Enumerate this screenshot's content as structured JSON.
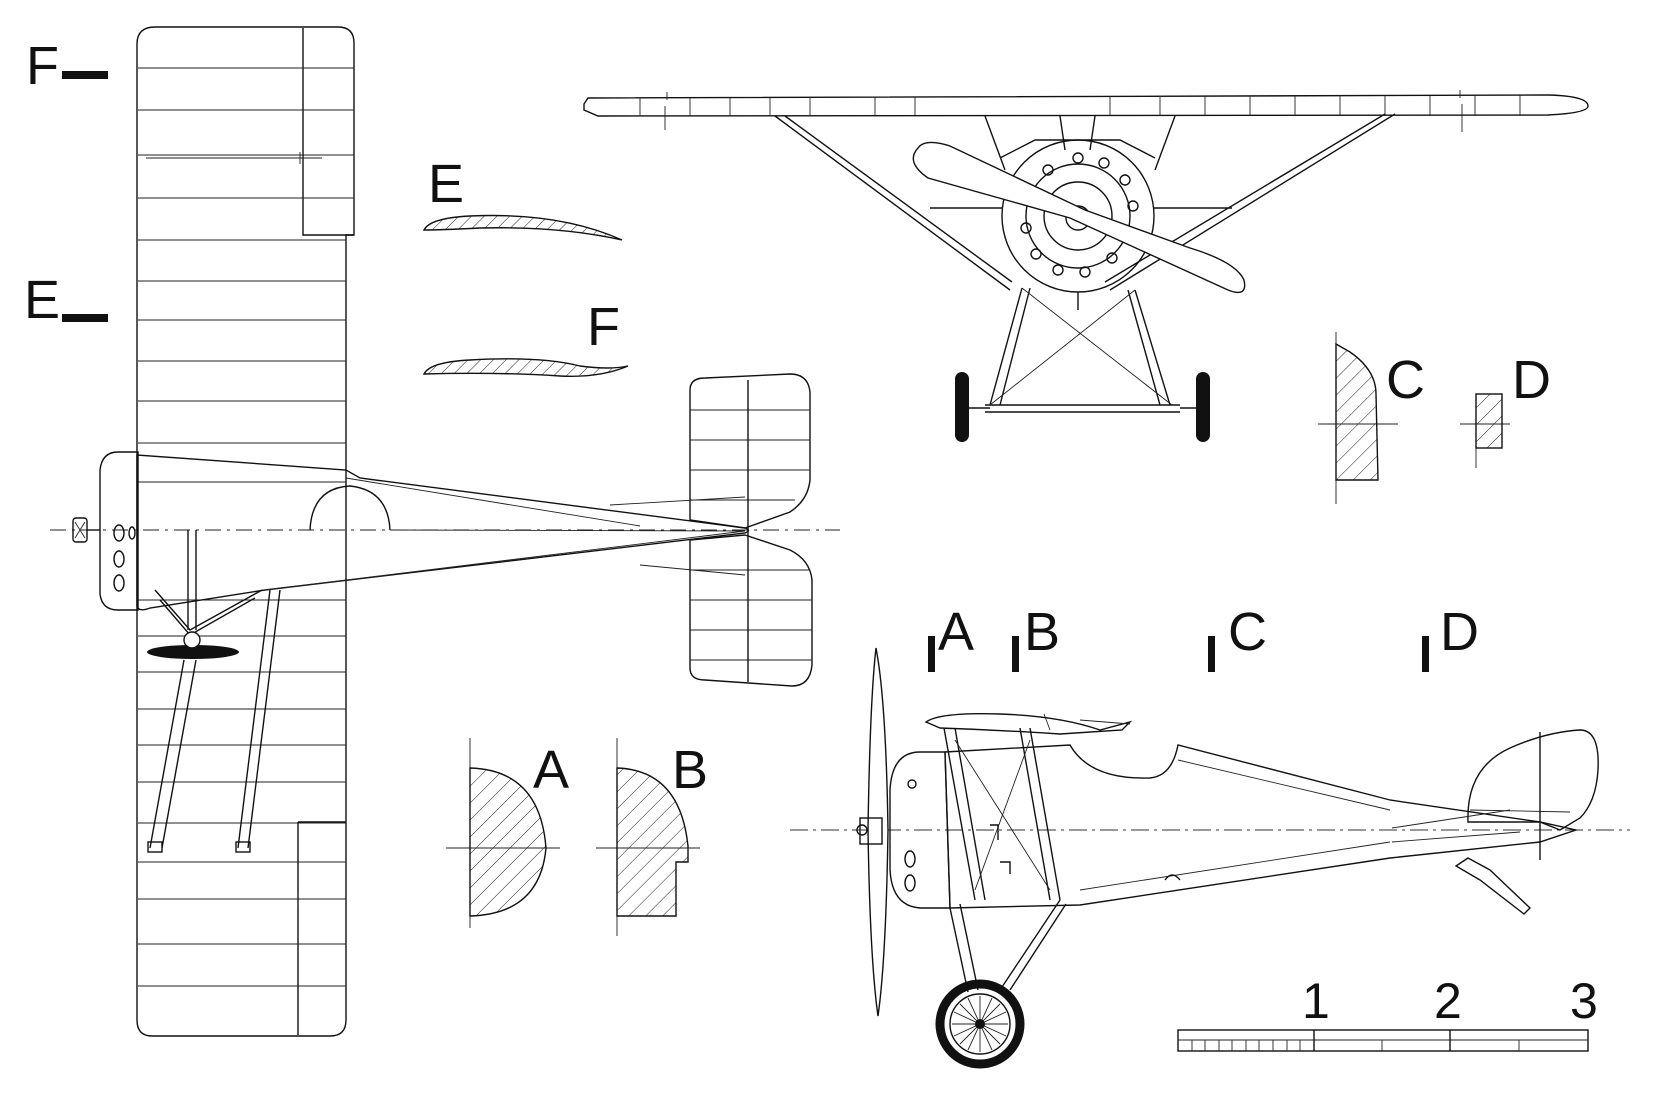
{
  "section_marks": {
    "wing_section_E": "E",
    "wing_section_F": "F",
    "fuselage_A": "A",
    "fuselage_B": "B",
    "fuselage_C": "C",
    "fuselage_D": "D"
  },
  "profile_labels": {
    "E": "E",
    "F": "F"
  },
  "section_labels": {
    "A": "A",
    "B": "B",
    "C": "C",
    "D": "D"
  },
  "scale_bar": {
    "ticks": [
      "1",
      "2",
      "3"
    ]
  },
  "colors": {
    "ink": "#111111",
    "paper": "#ffffff"
  }
}
